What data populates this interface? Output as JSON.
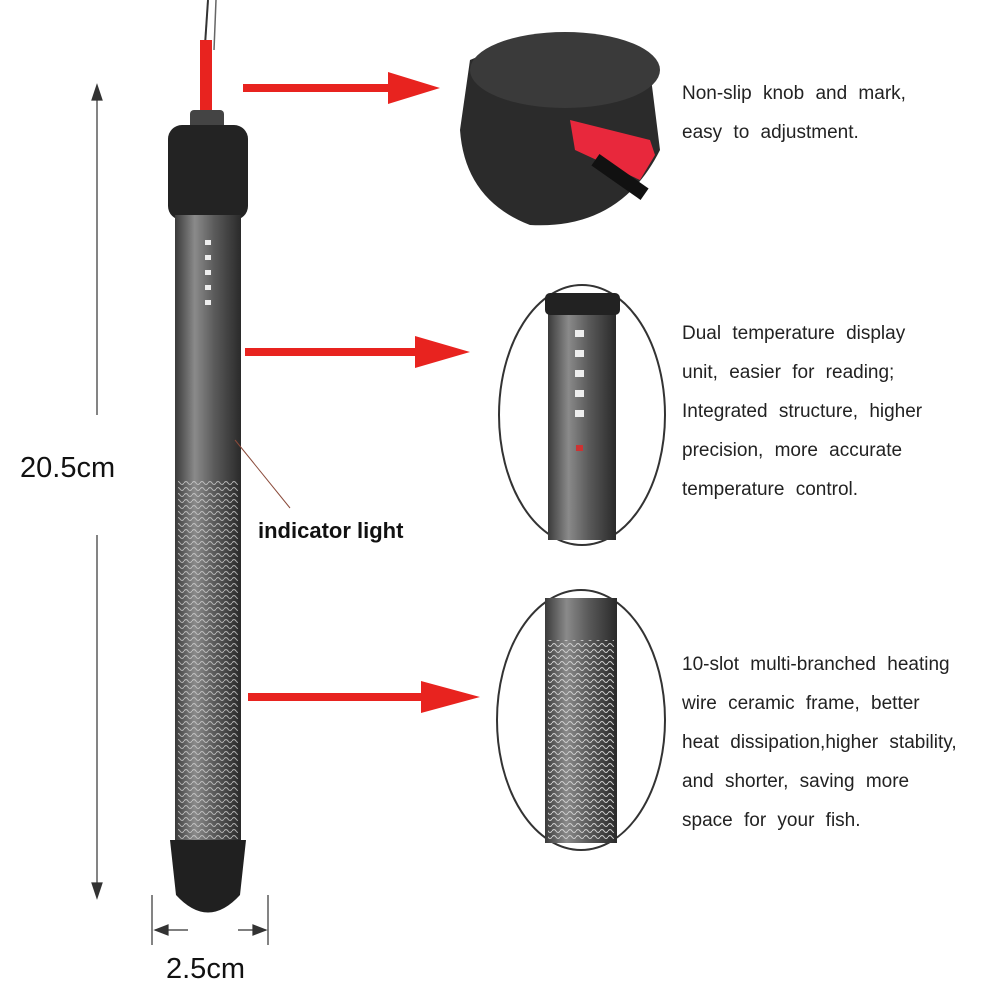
{
  "dimensions": {
    "length": "20.5cm",
    "diameter": "2.5cm"
  },
  "labels": {
    "indicator": "indicator light"
  },
  "features": [
    {
      "lines": [
        "Non-slip knob and mark,",
        "easy to adjustment."
      ]
    },
    {
      "lines": [
        "Dual temperature display",
        "unit, easier for reading;",
        "Integrated structure, higher",
        "precision, more accurate",
        "temperature control."
      ]
    },
    {
      "lines": [
        "10-slot multi-branched heating",
        "wire ceramic frame, better",
        "heat dissipation,higher stability,",
        "and shorter, saving more",
        "space for your fish."
      ]
    }
  ],
  "colors": {
    "arrow": "#e8231f",
    "knob_tip": "#e8283c",
    "body": "#2a2a2a"
  }
}
